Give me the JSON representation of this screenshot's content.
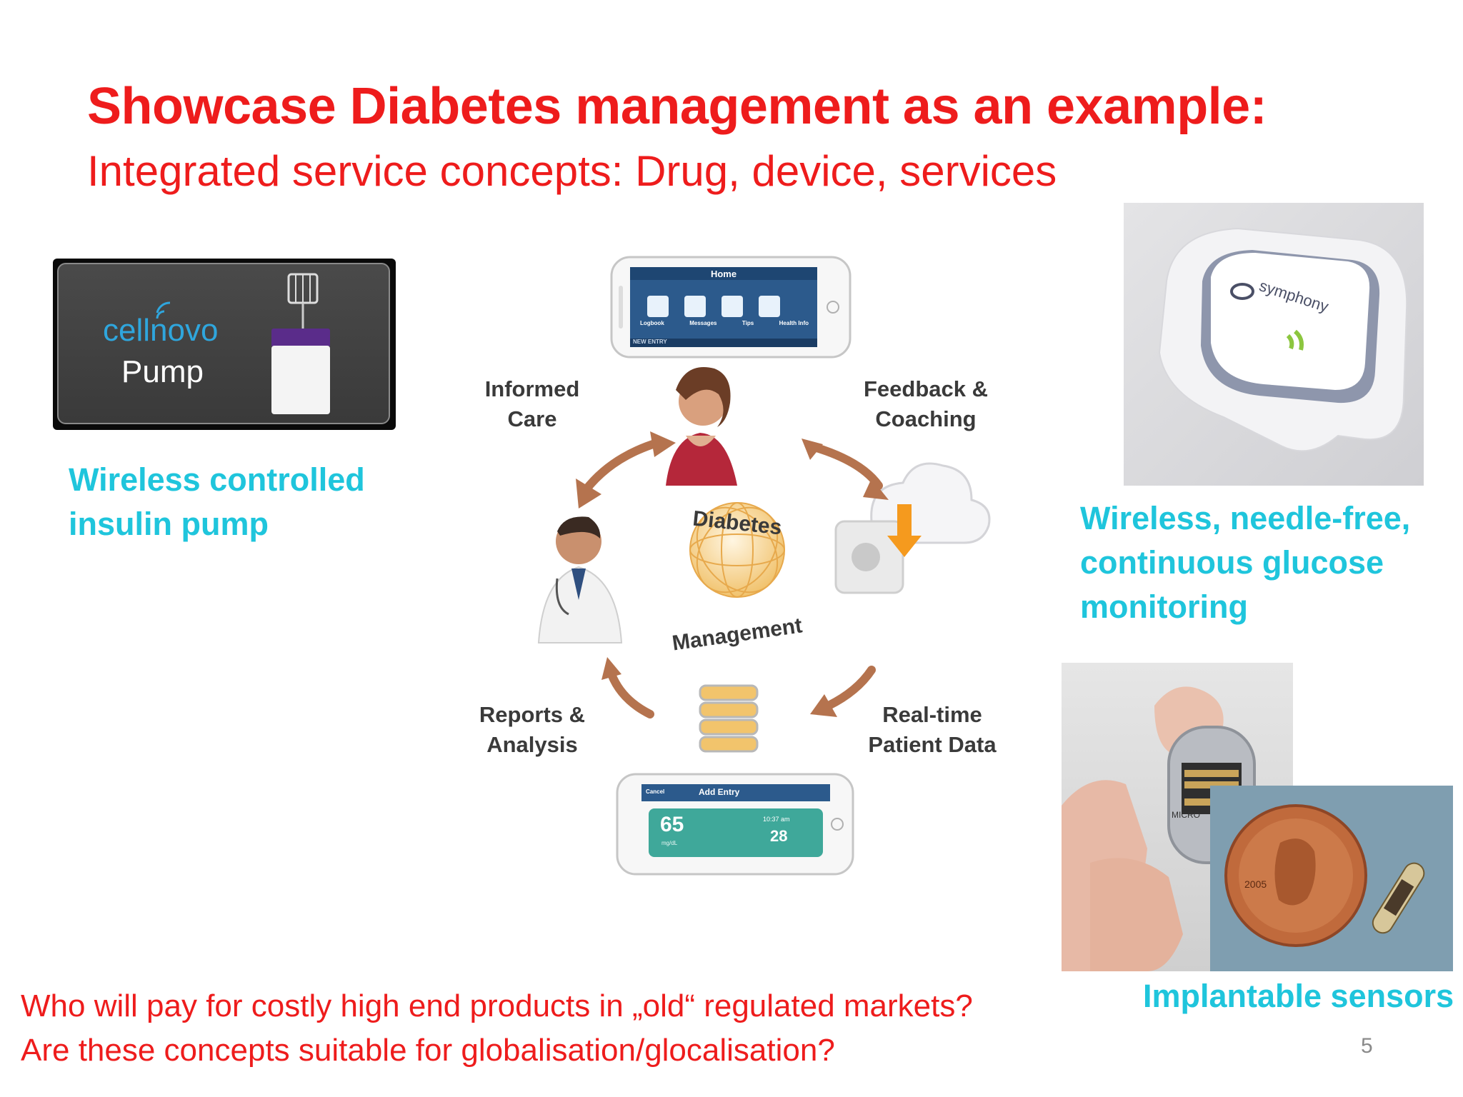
{
  "slide": {
    "title": "Showcase Diabetes management as an example:",
    "subtitle": "Integrated service concepts: Drug, device, services",
    "page_number": "5"
  },
  "pump": {
    "brand": "cellnovo",
    "product": "Pump",
    "caption_line1": "Wireless controlled",
    "caption_line2": "insulin pump"
  },
  "cgm": {
    "brand": "symphony",
    "caption_line1": "Wireless, needle-free,",
    "caption_line2": "continuous glucose",
    "caption_line3": "monitoring"
  },
  "implant": {
    "chip_text": "MICRO",
    "coin_year": "2005",
    "caption": "Implantable sensors"
  },
  "diagram": {
    "center_top": "Diabetes",
    "center_bottom": "Management",
    "labels": {
      "informed_1": "Informed",
      "informed_2": "Care",
      "feedback_1": "Feedback &",
      "feedback_2": "Coaching",
      "reports_1": "Reports &",
      "reports_2": "Analysis",
      "realtime_1": "Real-time",
      "realtime_2": "Patient Data"
    },
    "phone_top": {
      "header": "Home",
      "icons": [
        "Logbook",
        "Messages",
        "Tips",
        "Health Info"
      ],
      "footer": "NEW ENTRY"
    },
    "phone_bottom": {
      "cancel": "Cancel",
      "header": "Add Entry",
      "value": "65",
      "unit": "mg/dL",
      "time": "10:37 am",
      "day": "28"
    }
  },
  "questions": {
    "line1": "Who will pay for costly high end products in „old“ regulated markets?",
    "line2": "Are these concepts suitable for globalisation/glocalisation?"
  },
  "colors": {
    "title_red": "#ee1c1c",
    "caption_cyan": "#1fc5dc",
    "arrow_brown": "#b5734e",
    "cellnovo_blue": "#2fa6dd"
  }
}
